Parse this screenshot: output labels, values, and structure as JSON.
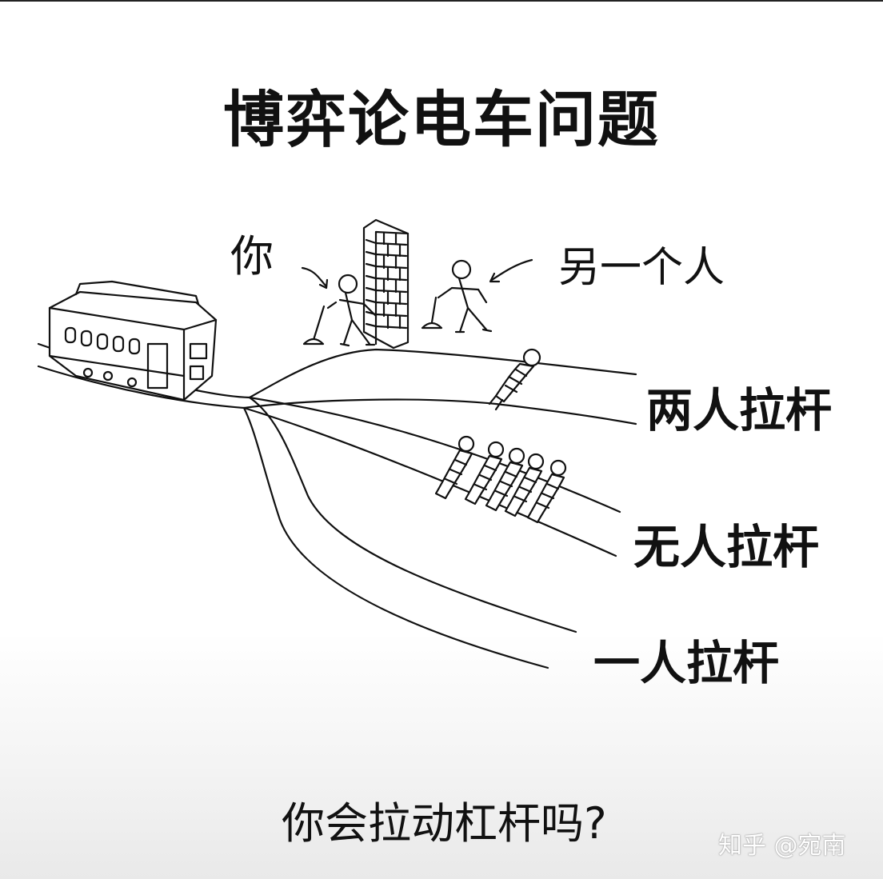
{
  "title": "博弈论电车问题",
  "labels": {
    "you": "你",
    "other_person": "另一个人",
    "track_top": "两人拉杆",
    "track_middle": "无人拉杆",
    "track_bottom": "一人拉杆"
  },
  "question": "你会拉动杠杆吗?",
  "watermark": "知乎 @宛南",
  "icons": [
    "trolley-icon",
    "person-you-icon",
    "person-other-icon",
    "wall-icon",
    "lever-icon",
    "victim-icon"
  ],
  "colors": {
    "ink": "#111111",
    "background": "#ffffff"
  }
}
